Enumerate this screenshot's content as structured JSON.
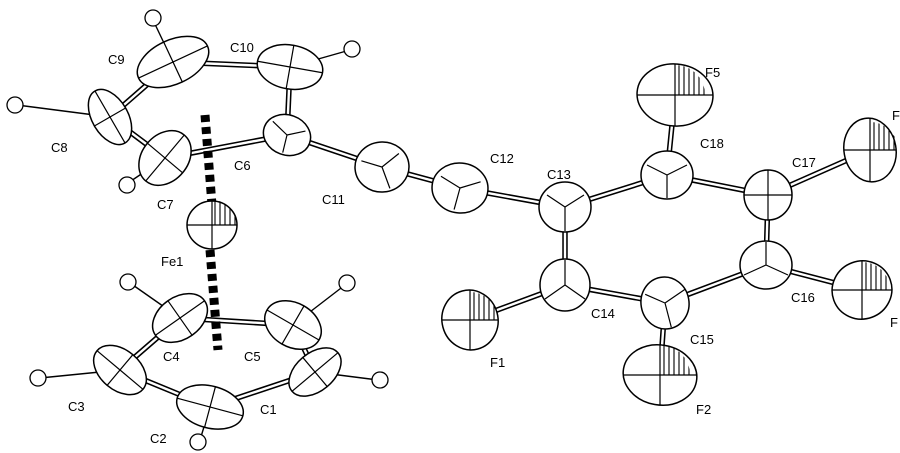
{
  "atom_labels": {
    "c1": "C1",
    "c2": "C2",
    "c3": "C3",
    "c4": "C4",
    "c5": "C5",
    "c6": "C6",
    "c7": "C7",
    "c8": "C8",
    "c9": "C9",
    "c10": "C10",
    "c11": "C11",
    "c12": "C12",
    "c13": "C13",
    "c14": "C14",
    "c15": "C15",
    "c16": "C16",
    "c17": "C17",
    "c18": "C18",
    "fe1": "Fe1",
    "f1": "F1",
    "f2": "F2",
    "f3": "F",
    "f4": "F",
    "f5": "F5"
  }
}
